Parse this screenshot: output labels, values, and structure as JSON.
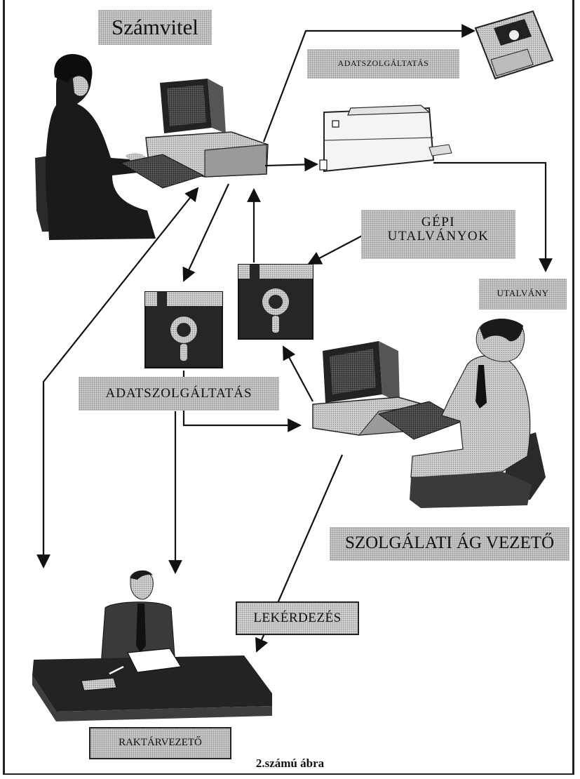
{
  "labels": {
    "szamvitel": "Számvitel",
    "adatszolgaltatas_top": "ADATSZOLGÁLTATÁS",
    "gepi_line1": "GÉPI",
    "gepi_line2": "UTALVÁNYOK",
    "utalvany": "UTALVÁNY",
    "adatszolgaltatas_mid": "ADATSZOLGÁLTATÁS",
    "szolgalati": "SZOLGÁLATI ÁG VEZETŐ",
    "lekerdezes": "LEKÉRDEZÉS",
    "raktarvezeto": "RAKTÁRVEZETŐ"
  },
  "caption": "2.számú ábra"
}
